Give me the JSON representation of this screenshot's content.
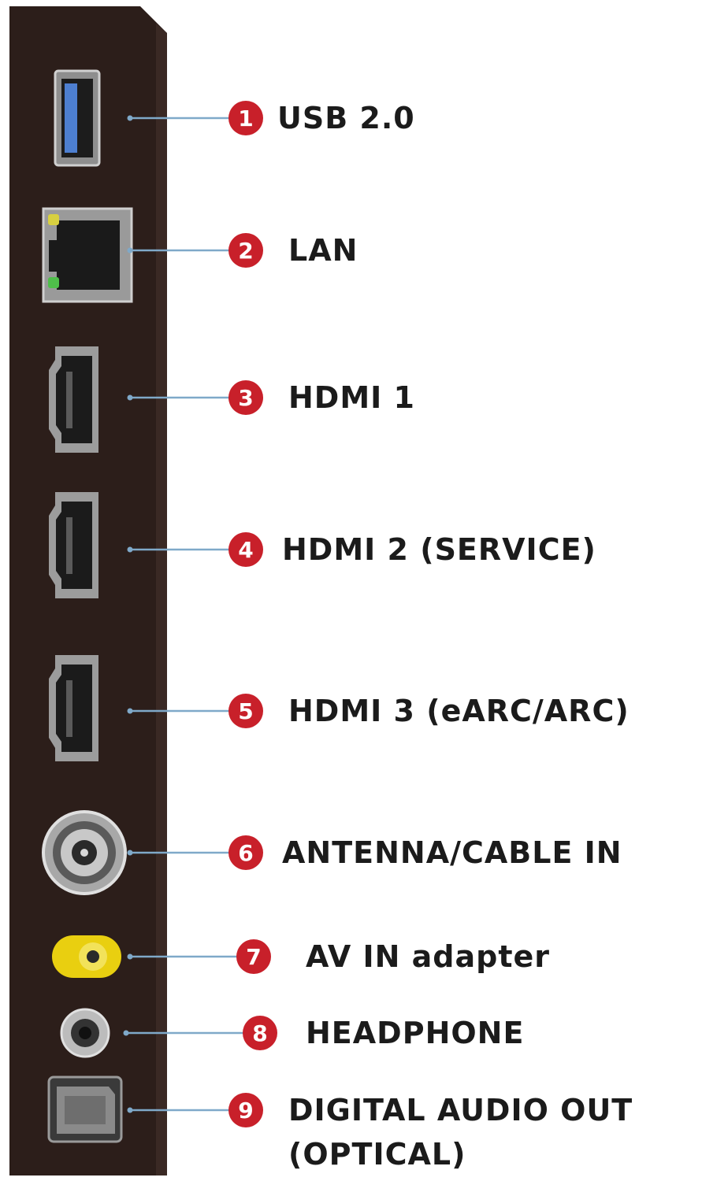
{
  "colors": {
    "panel": "#2c1e1a",
    "panel_edge": "#3a2924",
    "leader_line": "#7fa9c9",
    "badge": "#c8202a",
    "label_text": "#1b1b1b",
    "port_metal": "#b9b9b9",
    "av_yellow": "#e9cf10"
  },
  "ports": [
    {
      "number": "1",
      "label": "USB 2.0",
      "icon": "usb-port-icon"
    },
    {
      "number": "2",
      "label": "LAN",
      "icon": "lan-port-icon"
    },
    {
      "number": "3",
      "label": "HDMI 1",
      "icon": "hdmi-port-icon"
    },
    {
      "number": "4",
      "label": "HDMI 2 (SERVICE)",
      "icon": "hdmi-port-icon"
    },
    {
      "number": "5",
      "label": "HDMI 3 (eARC/ARC)",
      "icon": "hdmi-port-icon"
    },
    {
      "number": "6",
      "label": "ANTENNA/CABLE IN",
      "icon": "coax-port-icon"
    },
    {
      "number": "7",
      "label": "AV IN adapter",
      "icon": "av-port-icon"
    },
    {
      "number": "8",
      "label": "HEADPHONE",
      "icon": "headphone-port-icon"
    },
    {
      "number": "9",
      "label": "DIGITAL AUDIO OUT",
      "label_line2": "(OPTICAL)",
      "icon": "optical-port-icon"
    }
  ]
}
